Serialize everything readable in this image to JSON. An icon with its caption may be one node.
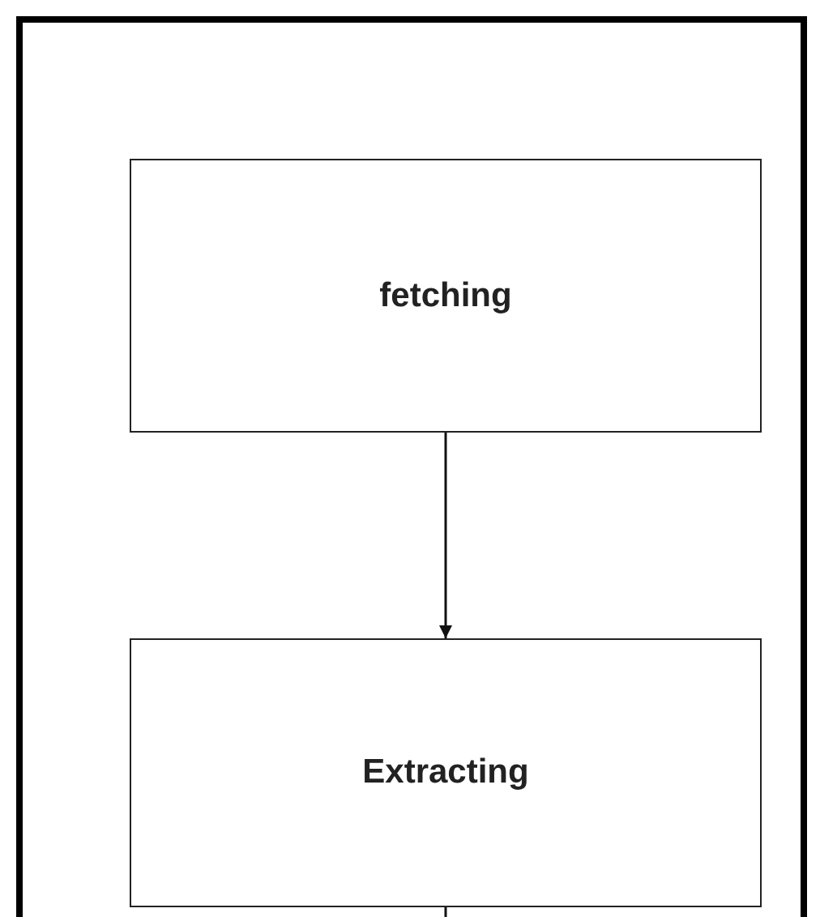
{
  "diagram": {
    "nodes": [
      {
        "text": [],
        "shape": "box"
      },
      {
        "text": [
          "fetching"
        ],
        "in": 0
      },
      {
        "text": [
          "Extracting"
        ],
        "in": 0
      }
    ],
    "edges": [
      {
        "from": 1,
        "to": 2,
        "arrow": "to"
      },
      {
        "from": 2,
        "to": null,
        "arrow": "none"
      }
    ]
  }
}
